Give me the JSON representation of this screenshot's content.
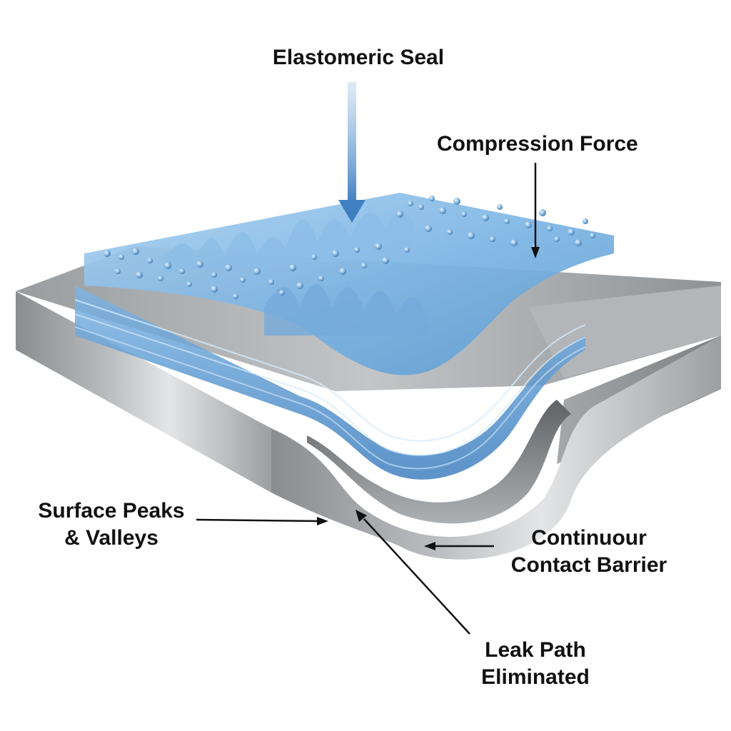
{
  "labels": {
    "elastomeric_seal": "Elastomeric Seal",
    "compression_force": "Compression Force",
    "surface_peaks_line1": "Surface Peaks",
    "surface_peaks_line2": "& Valleys",
    "contact_barrier_line1": "Continuour",
    "contact_barrier_line2": "Contact Barrier",
    "leak_path_line1": "Leak Path",
    "leak_path_line2": "Eliminated"
  },
  "colors": {
    "seal_blue": "#6fa9dc",
    "seal_blue_dark": "#2f6fae",
    "metal_light": "#c9cbcd",
    "metal_dark": "#6d7073",
    "arrow_blue": "#3f7fc2",
    "leader_line": "#111111"
  }
}
